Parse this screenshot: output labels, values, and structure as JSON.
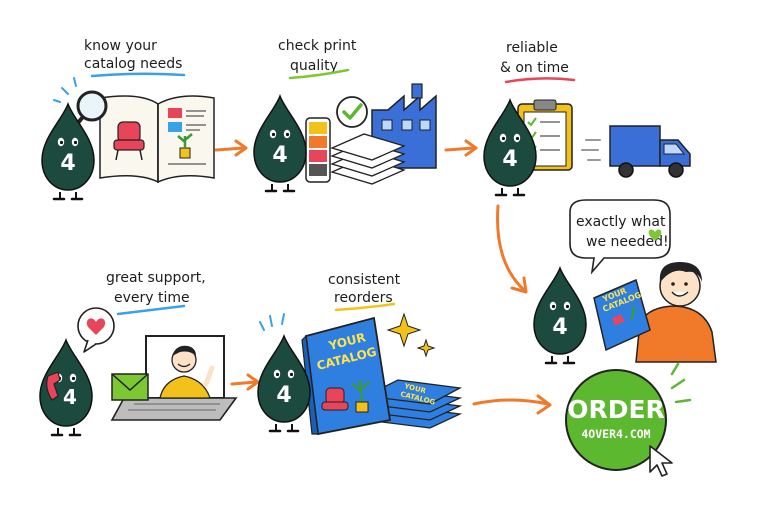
{
  "steps": [
    {
      "caption_lines": [
        "know your",
        "catalog needs"
      ],
      "underline_color": "#3aa0e8"
    },
    {
      "caption_lines": [
        "check print",
        "quality"
      ],
      "underline_color": "#7cc832"
    },
    {
      "caption_lines": [
        "reliable",
        "& on time"
      ],
      "underline_color": "#e8445a"
    },
    {
      "caption_lines": [
        "great support,",
        "every time"
      ],
      "underline_color": "#3aa0e8"
    },
    {
      "caption_lines": [
        "consistent",
        "reorders"
      ],
      "underline_color": "#f2c21a"
    }
  ],
  "mascot_label": "4",
  "speech_bubble_lines": [
    "exactly what",
    "we needed!"
  ],
  "catalog_cover_lines": [
    "YOUR",
    "CATALOG"
  ],
  "order_button": {
    "title": "ORDER",
    "url": "4OVER4.COM"
  },
  "colors": {
    "mascot": "#1d4a3f",
    "arrow": "#f07a2a",
    "catalog_blue": "#2f7fe0",
    "order_green": "#5cb82e",
    "truck_blue": "#3a6fd8",
    "shirt_orange": "#f07a2a"
  },
  "icons": [
    "magnifier-icon",
    "chair-icon",
    "checkmark-icon",
    "factory-icon",
    "clipboard-icon",
    "truck-icon",
    "phone-icon",
    "envelope-icon",
    "heart-icon",
    "laptop-icon",
    "sparkle-icon",
    "cursor-icon"
  ]
}
